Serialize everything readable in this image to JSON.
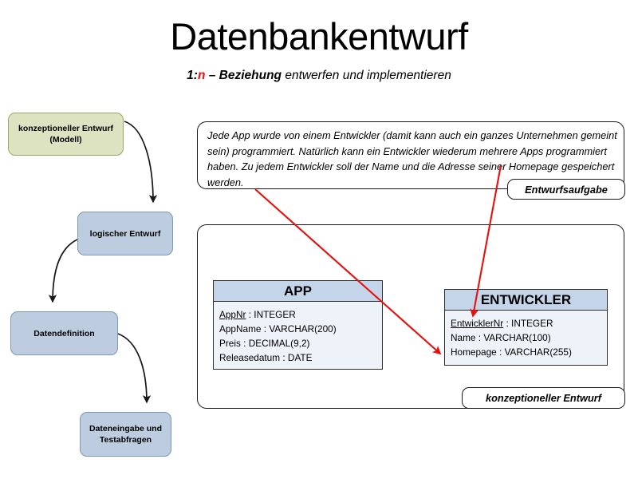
{
  "slide": {
    "title": "Datenbankentwurf",
    "subtitle": {
      "part1": "1:",
      "part2_red": "n",
      "part3": " – Beziehung",
      "part4": " entwerfen und implementieren"
    }
  },
  "flow": {
    "items": [
      {
        "id": "konzept",
        "label": "konzeptioneller Entwurf (Modell)",
        "color": "#dde3c1"
      },
      {
        "id": "logisch",
        "label": "logischer Entwurf",
        "color": "#bdccdf"
      },
      {
        "id": "datendef",
        "label": "Datendefinition",
        "color": "#bdccdf"
      },
      {
        "id": "dateneingabe",
        "label": "Dateneingabe und Testabfragen",
        "color": "#bdccdf"
      }
    ]
  },
  "aufgabe": {
    "text": "Jede App wurde von einem Entwickler (damit kann auch ein ganzes Unternehmen gemeint sein) programmiert. Natürlich kann ein Entwickler wiederum mehrere Apps programmiert haben. Zu jedem Entwickler soll der Name und die Adresse seiner Homepage gespeichert werden.",
    "tab_label": "Entwurfsaufgabe"
  },
  "konzept_panel": {
    "tab_label": "konzeptioneller Entwurf"
  },
  "tables": [
    {
      "name": "APP",
      "attributes": [
        {
          "key": "AppNr",
          "pk": true,
          "type": "INTEGER"
        },
        {
          "key": "AppName",
          "pk": false,
          "type": "VARCHAR(200)"
        },
        {
          "key": "Preis",
          "pk": false,
          "type": "DECIMAL(9,2)"
        },
        {
          "key": "Releasedatum",
          "pk": false,
          "type": "DATE"
        }
      ]
    },
    {
      "name": "ENTWICKLER",
      "attributes": [
        {
          "key": "EntwicklerNr",
          "pk": true,
          "type": "INTEGER"
        },
        {
          "key": "Name",
          "pk": false,
          "type": "VARCHAR(100)"
        },
        {
          "key": "Homepage",
          "pk": false,
          "type": "VARCHAR(255)"
        }
      ]
    }
  ],
  "colors": {
    "accent_red": "#e8100f",
    "table_header": "#c4d5ea",
    "table_body": "#eef2f9",
    "flow_green": "#dde3c1",
    "flow_blue": "#bdccdf"
  },
  "annotations": {
    "arrow1_from": "seiner Homepage gespeichert werden.",
    "arrow1_to": "Homepage : VARCHAR(255)",
    "arrow2_from": "der Name und die Adresse",
    "arrow2_to": "EntwicklerNr : INTEGER"
  }
}
